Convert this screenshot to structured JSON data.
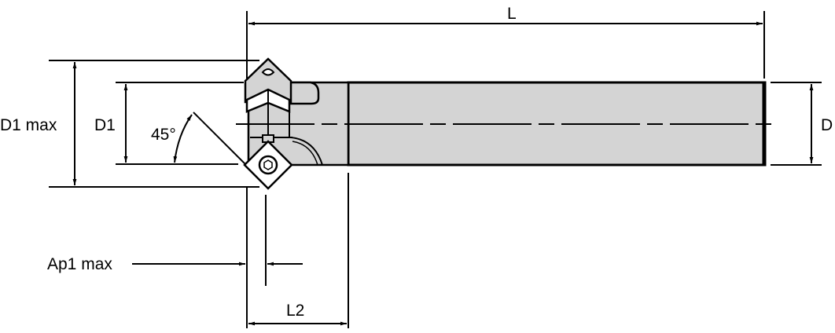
{
  "drawing": {
    "title": "Chamfer end mill dimension drawing",
    "colors": {
      "body_fill": "#d4d4d4",
      "line": "#000000",
      "background": "#ffffff",
      "insert_fill": "#ffffff"
    },
    "labels": {
      "L": "L",
      "D": "D",
      "D1": "D1",
      "D1_max": "D1 max",
      "angle": "45°",
      "Ap1_max": "Ap1 max",
      "L2": "L2"
    }
  }
}
